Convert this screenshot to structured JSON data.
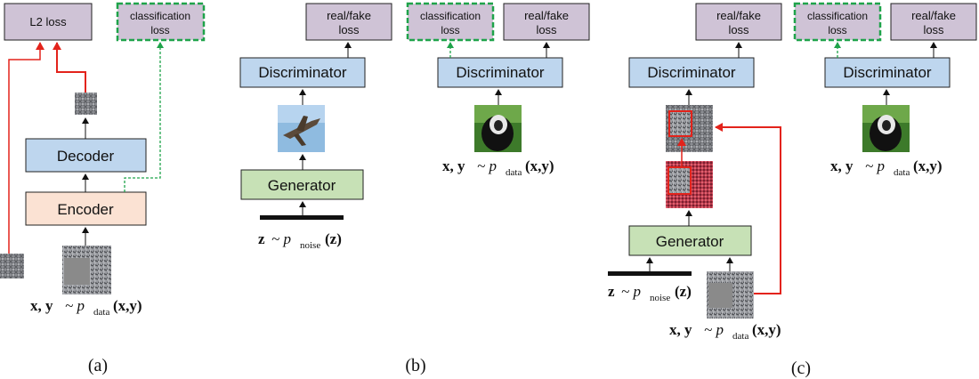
{
  "panels": {
    "a": {
      "label": "(a)",
      "l2_loss": "L2 loss",
      "cls_loss_line1": "classification",
      "cls_loss_line2": "loss",
      "decoder": "Decoder",
      "encoder": "Encoder",
      "math_xy": "x, y",
      "math_tilde": "~ p",
      "math_sub": "data",
      "math_arg": "(x,y)"
    },
    "b": {
      "label": "(b)",
      "discriminator": "Discriminator",
      "generator": "Generator",
      "rf_line1": "real/fake",
      "rf_line2": "loss",
      "cls_loss_line1": "classification",
      "cls_loss_line2": "loss",
      "rf2_line1": "real/fake",
      "rf2_line2": "loss",
      "discriminator2": "Discriminator",
      "math_z": "z",
      "math_noise_tilde": "~ p",
      "math_noise_sub": "noise",
      "math_noise_arg": "(z)",
      "math_xy": "x, y",
      "math_tilde": "~ p",
      "math_sub": "data",
      "math_arg": "(x,y)"
    },
    "c": {
      "label": "(c)",
      "discriminator": "Discriminator",
      "generator": "Generator",
      "rf_line1": "real/fake",
      "rf_line2": "loss",
      "cls_loss_line1": "classification",
      "cls_loss_line2": "loss",
      "rf2_line1": "real/fake",
      "rf2_line2": "loss",
      "discriminator2": "Discriminator",
      "math_z": "z",
      "math_noise_tilde": "~ p",
      "math_noise_sub": "noise",
      "math_noise_arg": "(z)",
      "math_xy": "x, y",
      "math_tilde": "~ p",
      "math_sub": "data",
      "math_arg": "(x,y)",
      "math2_xy": "x, y",
      "math2_tilde": "~ p",
      "math2_sub": "data",
      "math2_arg": "(x,y)"
    }
  },
  "colors": {
    "loss_fill": "#cfc3d6",
    "disc_fill": "#bed6ee",
    "gen_fill": "#c7e1b6",
    "enc_fill": "#fbe2d3",
    "dashed_green": "#1fa34a",
    "red_arrow": "#e3231b"
  }
}
